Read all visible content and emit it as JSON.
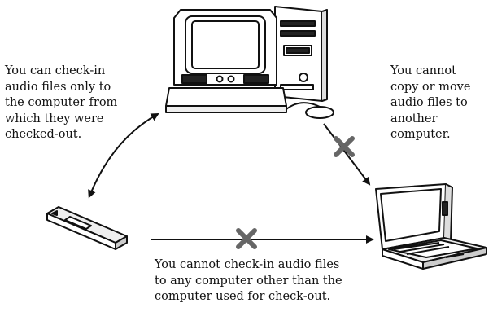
{
  "captions": {
    "checkin_origin": [
      "You can check-in",
      "audio files only to",
      "the computer from",
      "which they were",
      "checked-out."
    ],
    "no_copy_move": [
      "You cannot",
      "copy or move",
      "audio files to",
      "another",
      "computer."
    ],
    "no_checkin_other": [
      "You cannot check-in audio files",
      "to any computer other than the",
      "computer used for check-out."
    ]
  },
  "colors": {
    "line": "#111111",
    "cross": "#666666",
    "background": "#ffffff"
  }
}
